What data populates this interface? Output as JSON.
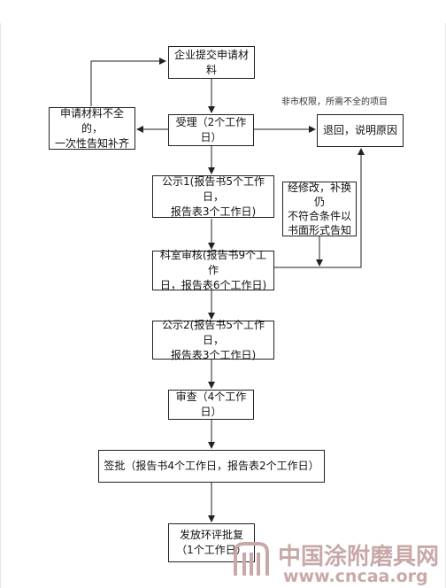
{
  "flow": {
    "submit": "企业提交申请材料",
    "supplement": [
      "申请材料不全的，",
      "一次性告知补齐"
    ],
    "accept": "受理（2个工作日）",
    "reject_note": "非市权限，所需不全的项目",
    "reject": "退回，说明原因",
    "publicity1": [
      "公示1(报告书5个工作日，",
      "报告表3个工作日)"
    ],
    "revise_note": [
      "经修改，补换仍",
      "不符合条件以",
      "书面形式告知"
    ],
    "review": [
      "科室审核(报告书9个工作",
      "日，报告表6个工作日)"
    ],
    "publicity2": [
      "公示2(报告书5个工作日，",
      "报告表3个工作日)"
    ],
    "audit": "审查（4个工作日）",
    "sign": "签批（报告书4个工作日，报告表2个工作日）",
    "issue": [
      "发放环评批复",
      "（1个工作日）"
    ]
  },
  "watermark": {
    "cn_text": "中国涂附磨具网",
    "url_text": "www.cncaa.org"
  }
}
